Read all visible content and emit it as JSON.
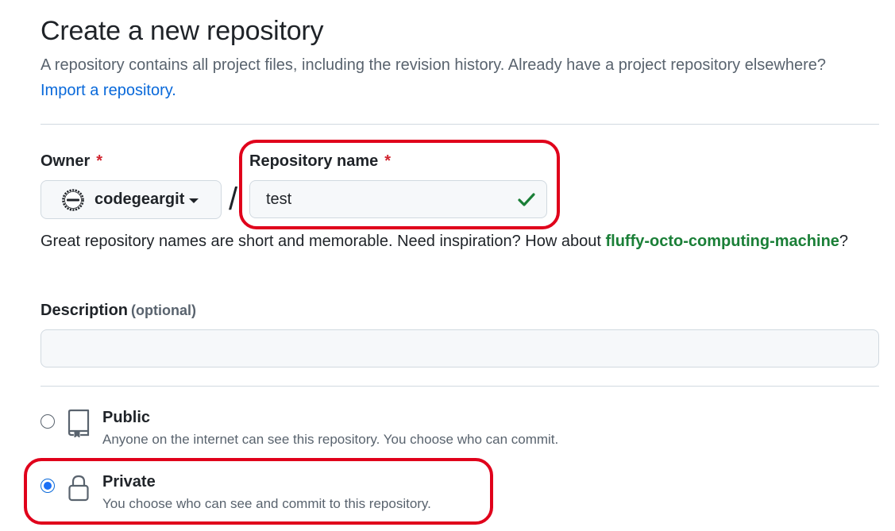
{
  "header": {
    "title": "Create a new repository",
    "subtitle": "A repository contains all project files, including the revision history. Already have a project repository elsewhere?",
    "import_link": "Import a repository."
  },
  "owner": {
    "label": "Owner",
    "required_mark": "*",
    "value": "codegeargit",
    "avatar_icon": "codegear-avatar-icon"
  },
  "separator": "/",
  "repo_name": {
    "label": "Repository name",
    "required_mark": "*",
    "value": "test",
    "valid_icon": "check-icon"
  },
  "hint": {
    "text": "Great repository names are short and memorable. Need inspiration? How about",
    "suggestion": "fluffy-octo-computing-machine",
    "suffix": "?"
  },
  "description": {
    "label": "Description",
    "optional_label": "(optional)",
    "value": ""
  },
  "visibility": {
    "options": [
      {
        "title": "Public",
        "description": "Anyone on the internet can see this repository. You choose who can commit.",
        "icon": "repo-icon",
        "selected": false
      },
      {
        "title": "Private",
        "description": "You choose who can see and commit to this repository.",
        "icon": "lock-icon",
        "selected": true
      }
    ]
  },
  "colors": {
    "link": "#0969da",
    "suggestion": "#1a7f37",
    "required": "#d1242f",
    "highlight": "#e0001b",
    "radio_selected": "#1a6ff5"
  }
}
